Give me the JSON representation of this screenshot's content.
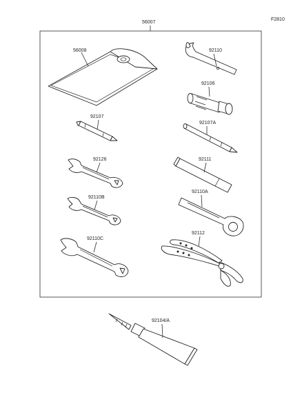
{
  "diagram": {
    "figure_code": "F2810",
    "parts": {
      "kit": "56007",
      "bag": "56008",
      "wrench_hook": "92110",
      "plug_socket": "92106",
      "screwdriver_long": "92107",
      "screwdriver_short": "92107A",
      "wrench_a": "92126",
      "handle_bar": "92111",
      "wrench_b": "92110B",
      "ring_spanner": "92110A",
      "wrench_c": "92110C",
      "pliers": "92112",
      "grease_tube": "92104/A"
    }
  }
}
